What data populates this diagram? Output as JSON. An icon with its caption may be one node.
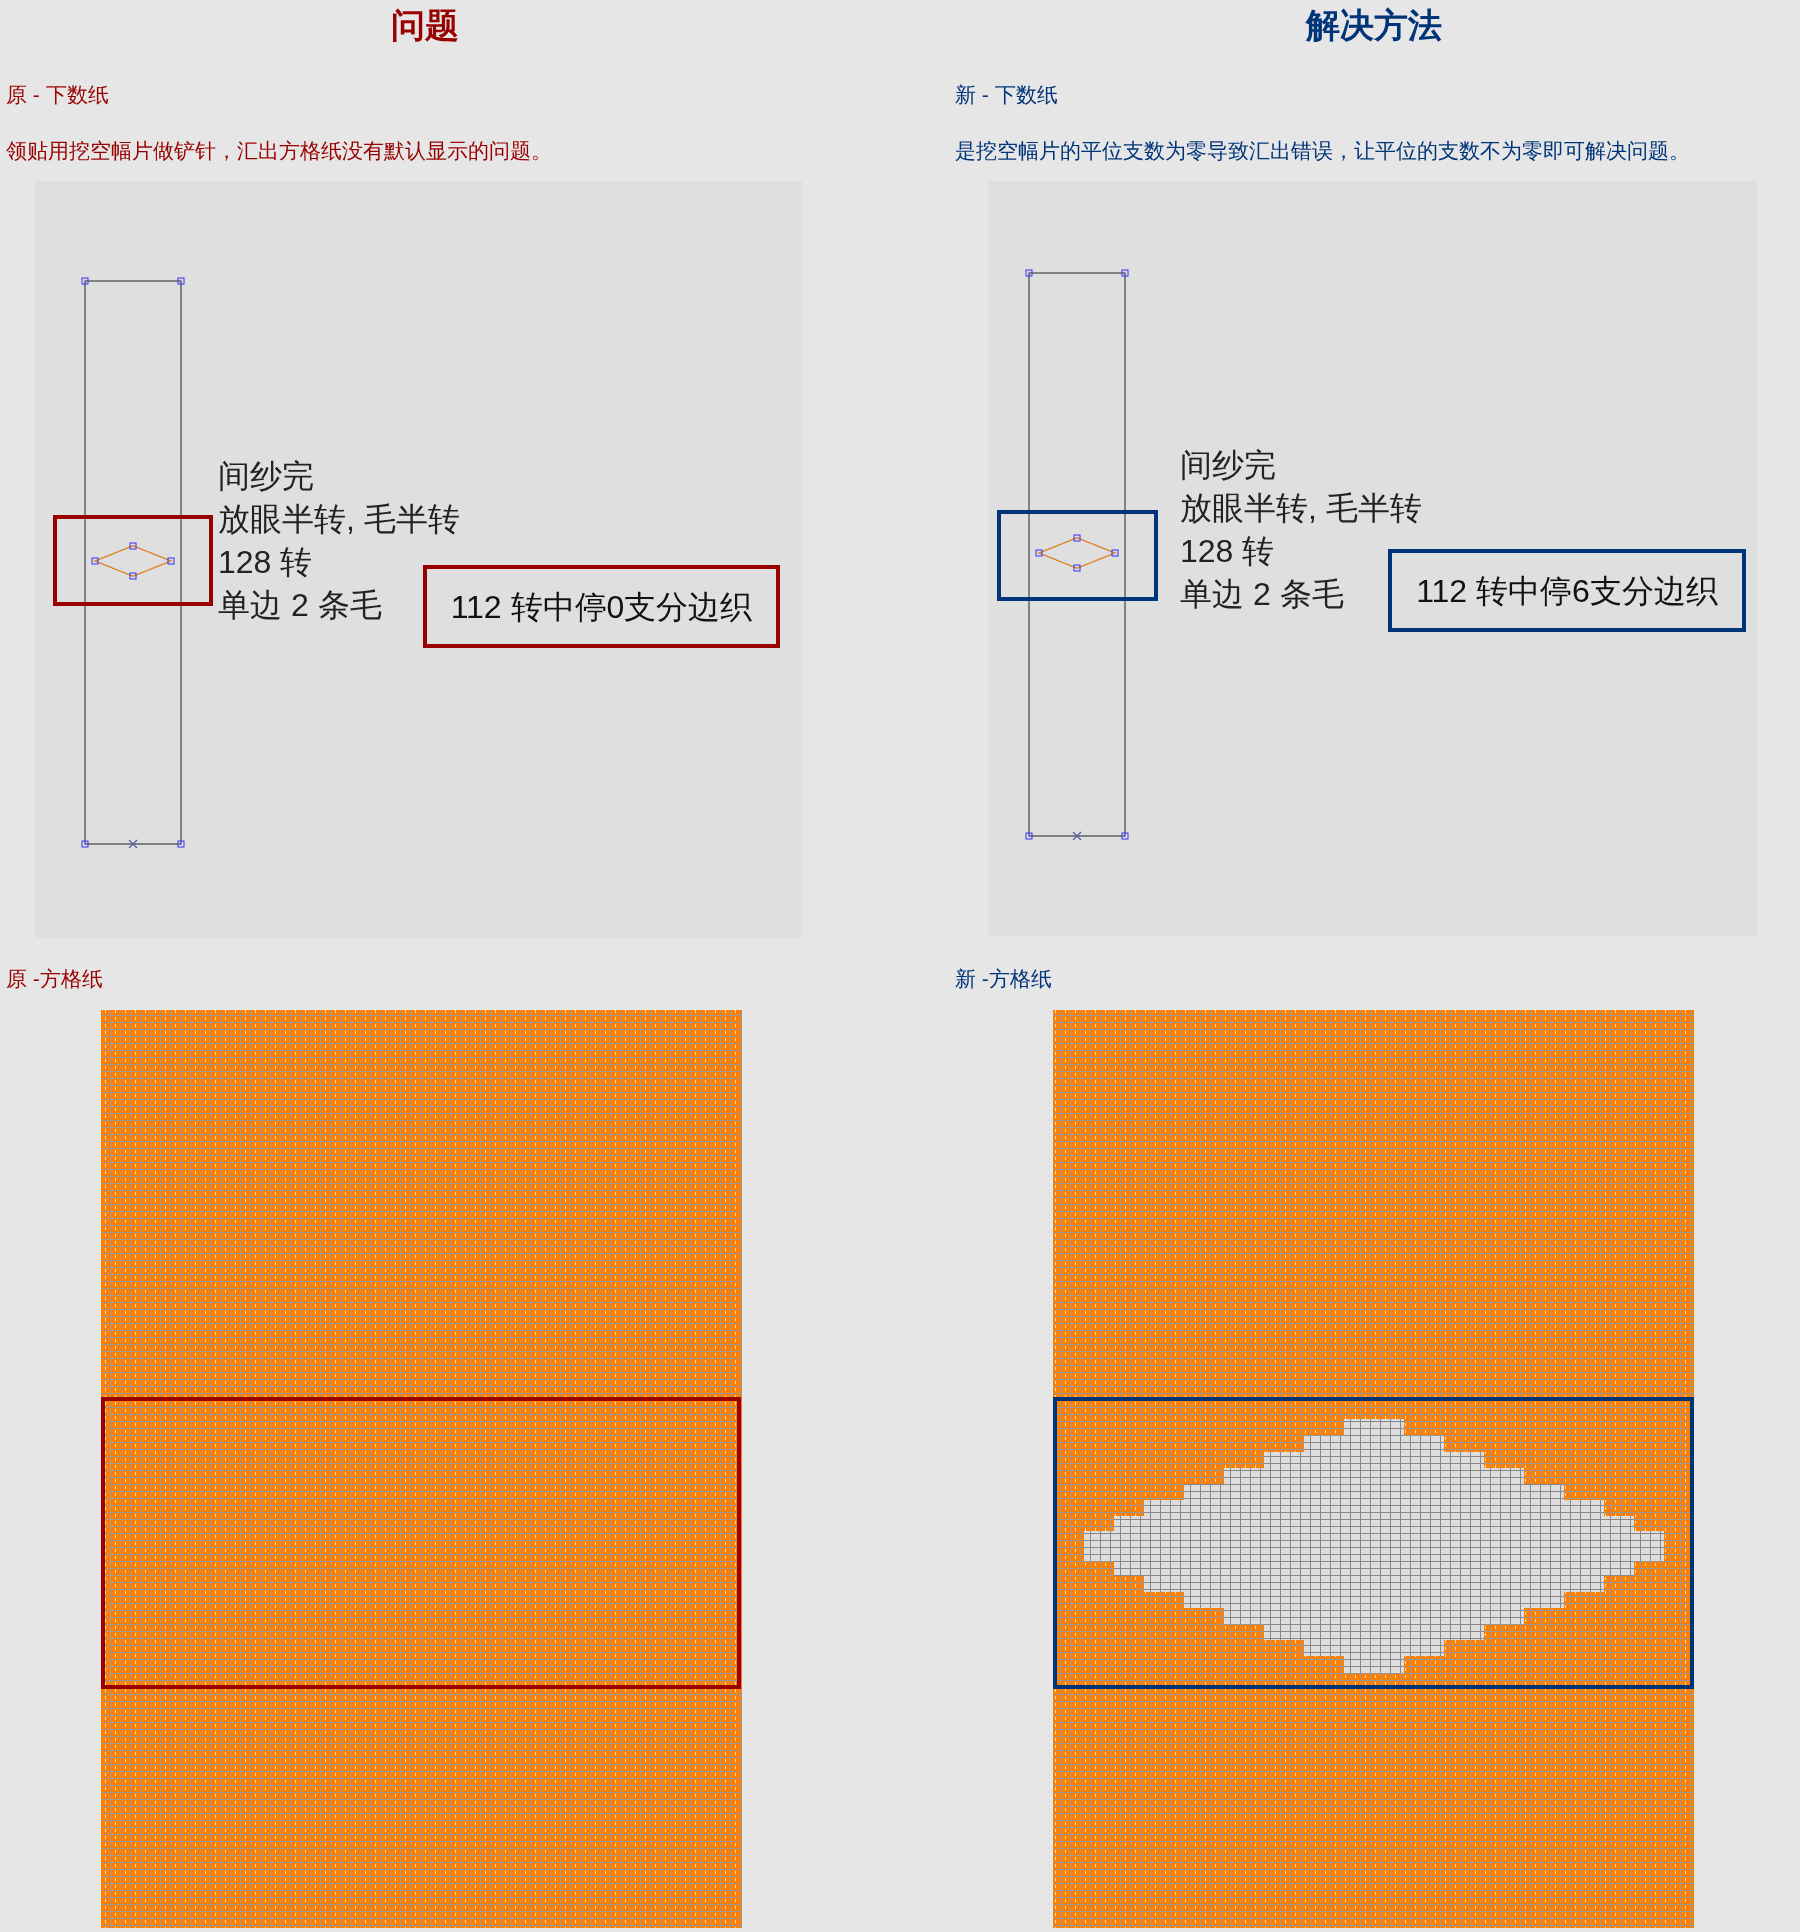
{
  "diagram": {
    "nodes": [
      {
        "text": [],
        "shape": "box"
      },
      {
        "text": [
          "112 转中停0支分边织"
        ]
      },
      {
        "text": [],
        "shape": "box"
      },
      {
        "text": [],
        "shape": "box"
      },
      {
        "text": [
          "112 转中停6支分边织"
        ]
      },
      {
        "text": [],
        "shape": "box"
      }
    ],
    "edges": [],
    "labels": [
      "问题",
      "原 - 下数纸",
      "领贴用挖空幅片做铲针，汇出方格纸没有默认显示的问题。",
      "间纱完",
      "放眼半转, 毛半转",
      "128 转",
      "单边 2 条毛",
      "原 -方格纸",
      "解决方法",
      "新 - 下数纸",
      "是挖空幅片的平位支数为零导致汇出错误，让平位的支数不为零即可解决问题。",
      "间纱完",
      "放眼半转, 毛半转",
      "128 转",
      "单边 2 条毛",
      "新 -方格纸"
    ]
  }
}
